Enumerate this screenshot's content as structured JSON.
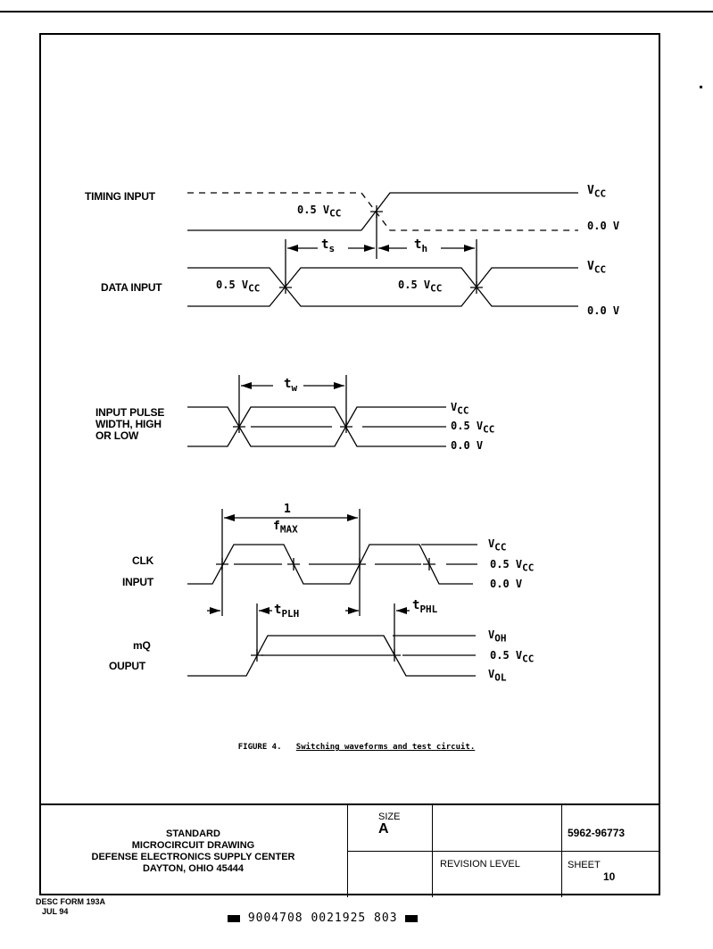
{
  "figure": {
    "signals": {
      "timing_input": "TIMING INPUT",
      "data_input": "DATA INPUT",
      "input_pulse_1": "INPUT PULSE",
      "input_pulse_2": "WIDTH, HIGH",
      "input_pulse_3": "OR LOW",
      "clk_1": "CLK",
      "clk_2": "INPUT",
      "mq_1": "mQ",
      "mq_2": "OUPUT"
    },
    "levels": {
      "vcc": "V",
      "vcc_sub": "CC",
      "half_vcc": "0.5 V",
      "half_vcc_mid": "0.5V",
      "zero": "0.0V",
      "zero_spaced": "0.0 V",
      "voh": "V",
      "voh_sub": "OH",
      "vol": "V",
      "vol_sub": "OL"
    },
    "timing_params": {
      "ts": "t",
      "ts_sub": "s",
      "th": "t",
      "th_sub": "h",
      "tw": "t",
      "tw_sub": "w",
      "fmax_num": "1",
      "fmax": "f",
      "fmax_sub": "MAX",
      "tplh": "t",
      "tplh_sub": "PLH",
      "tphl": "t",
      "tphl_sub": "PHL"
    },
    "caption_prefix": "FIGURE 4.",
    "caption_text": "Switching waveforms and test circuit."
  },
  "title_block": {
    "org_line1": "STANDARD",
    "org_line2": "MICROCIRCUIT DRAWING",
    "org_line3": "DEFENSE ELECTRONICS SUPPLY CENTER",
    "org_line4": "DAYTON, OHIO 45444",
    "size_label": "SIZE",
    "size_value": "A",
    "drawing_number": "5962-96773",
    "revision_label": "REVISION LEVEL",
    "sheet_label": "SHEET",
    "sheet_value": "10"
  },
  "footer": {
    "form_line1": "DESC FORM 193A",
    "form_line2": "JUL 94",
    "barcode_text": "9004708 0021925 803"
  }
}
